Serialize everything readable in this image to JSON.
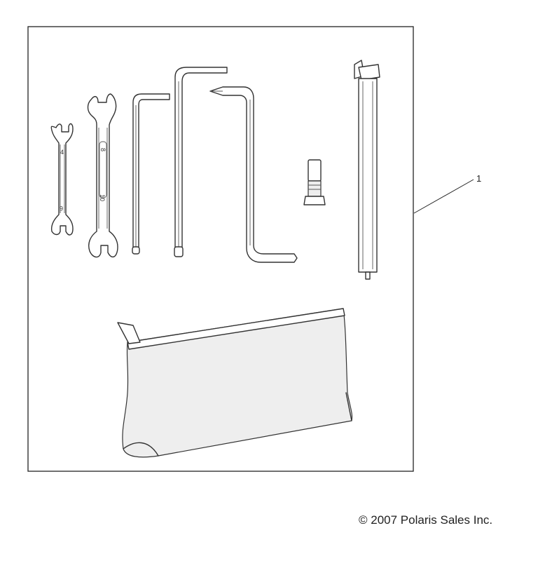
{
  "diagram": {
    "callouts": [
      {
        "label": "1"
      }
    ],
    "wrench_small": {
      "size_top": "4",
      "size_bottom": "6"
    },
    "wrench_large": {
      "size_top": "8",
      "size_bottom": "10"
    }
  },
  "footer": {
    "copyright": "© 2007 Polaris Sales Inc."
  },
  "colors": {
    "line": "#333333",
    "background": "#ffffff",
    "pouch_fill": "#eeeeee"
  }
}
